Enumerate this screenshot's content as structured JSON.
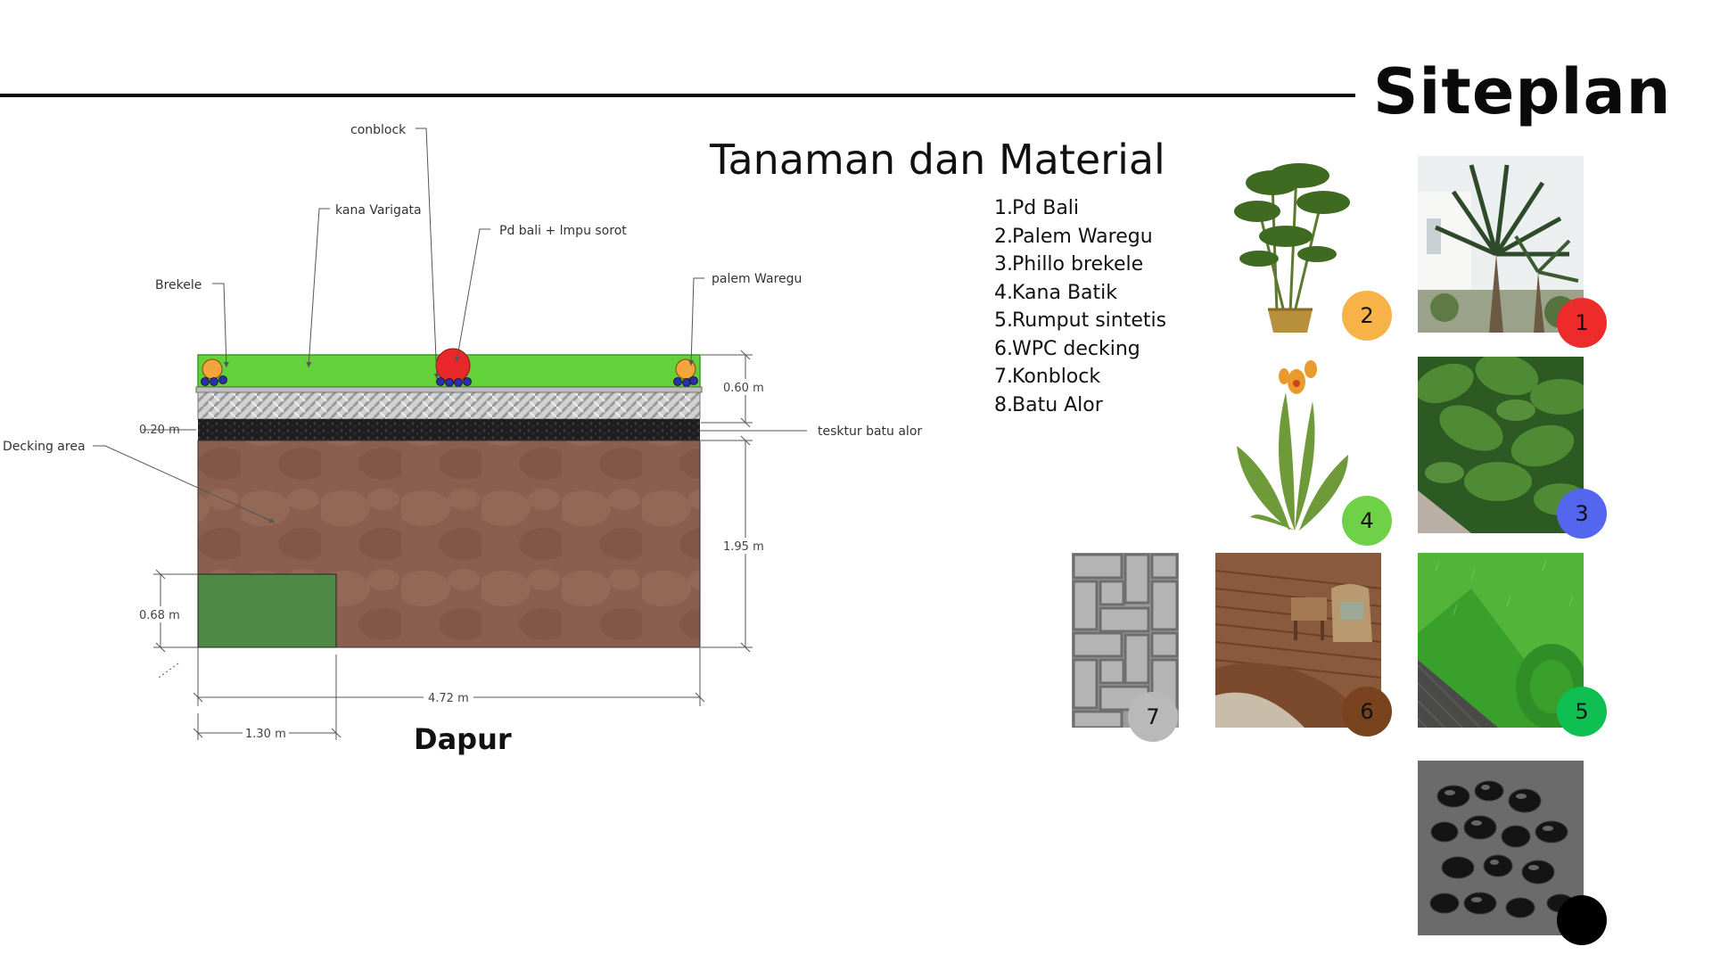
{
  "header": {
    "title": "Siteplan"
  },
  "section": {
    "heading": "Tanaman dan Material"
  },
  "legend": [
    {
      "num": "1.",
      "label": "Pd Bali"
    },
    {
      "num": "2.",
      "label": "Palem Waregu"
    },
    {
      "num": "3.",
      "label": "Phillo brekele"
    },
    {
      "num": "4.",
      "label": "Kana Batik"
    },
    {
      "num": "5.",
      "label": "Rumput sintetis"
    },
    {
      "num": "6.",
      "label": "WPC decking"
    },
    {
      "num": "7.",
      "label": "Konblock"
    },
    {
      "num": "8.",
      "label": "Batu Alor"
    }
  ],
  "plan": {
    "caption": "Dapur",
    "callouts": {
      "conblock": "conblock",
      "kana": "kana Varigata",
      "pdbali": "Pd bali + lmpu sorot",
      "brekele": "Brekele",
      "palem": "palem Waregu",
      "decking": "Decking area",
      "batu": "tesktur batu alor"
    },
    "dimensions": {
      "d060": "0.60 m",
      "d020": "0.20 m",
      "d195": "1.95 m",
      "d068": "0.68 m",
      "d472": "4.72 m",
      "d130": "1.30 m"
    },
    "colors": {
      "planter": "#63d23a",
      "conblock_band": "#c9c9c9",
      "stone_band": "#232323",
      "deck": "#8a5f4f",
      "grass": "#4e8a46"
    }
  },
  "photos": [
    {
      "id": "pd-bali",
      "badge": "1",
      "badge_color": "#ee2b2b"
    },
    {
      "id": "palem-waregu",
      "badge": "2",
      "badge_color": "#f7b248"
    },
    {
      "id": "phillo-brekele",
      "badge": "3",
      "badge_color": "#5466ee"
    },
    {
      "id": "kana-batik",
      "badge": "4",
      "badge_color": "#6fd148"
    },
    {
      "id": "rumput-sintetis",
      "badge": "5",
      "badge_color": "#10bf52"
    },
    {
      "id": "wpc-decking",
      "badge": "6",
      "badge_color": "#7a4320"
    },
    {
      "id": "konblock",
      "badge": "7",
      "badge_color": "#b9b9b9"
    },
    {
      "id": "batu-alor",
      "badge": "",
      "badge_color": "#000000"
    }
  ]
}
